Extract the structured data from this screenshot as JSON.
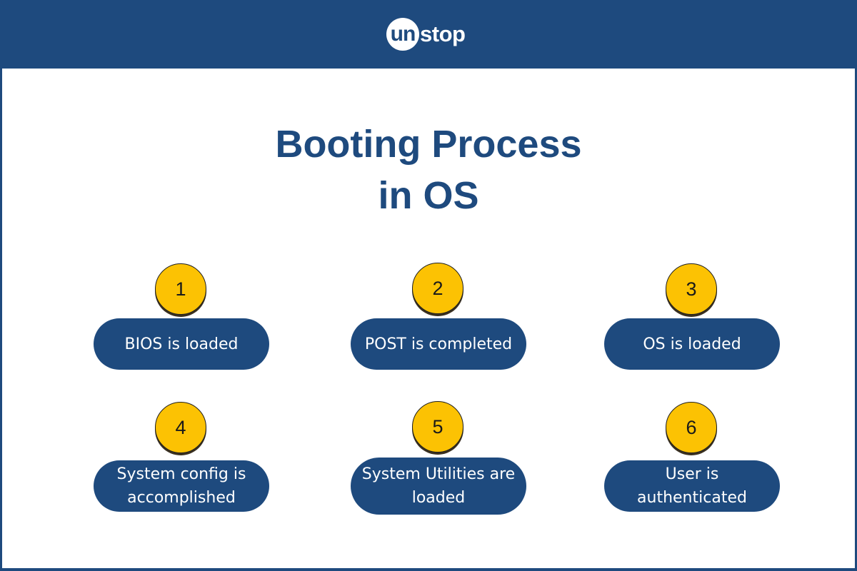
{
  "logo": {
    "prefix": "un",
    "suffix": "stop"
  },
  "title": {
    "line1": "Booting Process",
    "line2": "in OS"
  },
  "steps": [
    {
      "number": "1",
      "text": "BIOS is loaded"
    },
    {
      "number": "2",
      "text": "POST is completed"
    },
    {
      "number": "3",
      "text": "OS is loaded"
    },
    {
      "number": "4",
      "text": "System config is accomplished"
    },
    {
      "number": "5",
      "text": "System Utilities are loaded"
    },
    {
      "number": "6",
      "text": "User is authenticated"
    }
  ],
  "colors": {
    "brand_blue": "#1e4a7e",
    "badge_yellow": "#fcc203",
    "background": "#ffffff"
  }
}
